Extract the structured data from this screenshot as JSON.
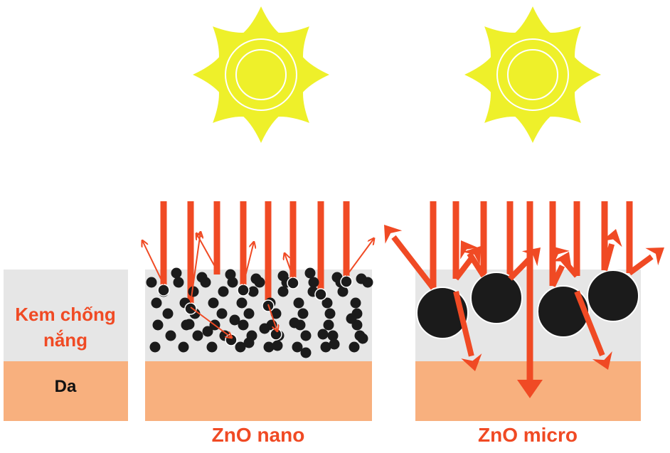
{
  "legend": {
    "cream_label": "Kem chống\nnắng",
    "skin_label": "Da"
  },
  "panels": {
    "nano_label": "ZnO nano",
    "micro_label": "ZnO micro"
  },
  "colors": {
    "ray": "#f04a24",
    "cream": "#e6e6e6",
    "skin": "#f8b07e",
    "particle": "#1b1b1b",
    "sun": "#eef02a",
    "label": "#f04a24"
  }
}
